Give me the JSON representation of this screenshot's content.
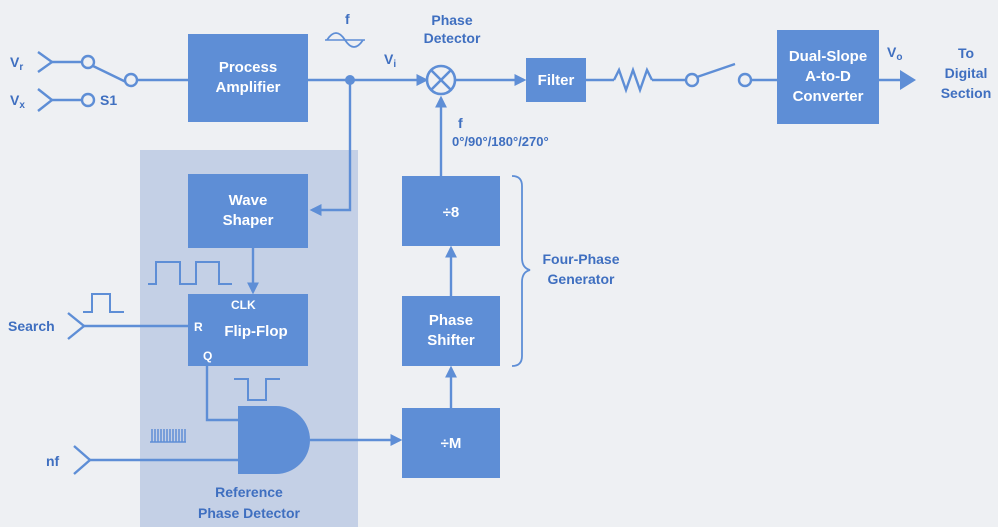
{
  "inputs": {
    "vr": {
      "main": "V",
      "sub": "r"
    },
    "vx": {
      "main": "V",
      "sub": "x"
    },
    "switch_label": "S1",
    "search": "Search",
    "nf": "nf"
  },
  "blocks": {
    "process_amplifier": [
      "Process",
      "Amplifier"
    ],
    "wave_shaper": [
      "Wave",
      "Shaper"
    ],
    "flip_flop": {
      "clk": "CLK",
      "r": "R",
      "q": "Q",
      "name": "Flip-Flop"
    },
    "phase_detector": [
      "Phase",
      "Detector"
    ],
    "filter": "Filter",
    "adc": [
      "Dual-Slope",
      "A-to-D",
      "Converter"
    ],
    "div8": "÷8",
    "phase_shifter": [
      "Phase",
      "Shifter"
    ],
    "divM": "÷M"
  },
  "labels": {
    "f_top": "f",
    "vi": {
      "main": "V",
      "sub": "i"
    },
    "vo": {
      "main": "V",
      "sub": "o"
    },
    "f_mid": "f",
    "phases": "0°/90°/180°/270°",
    "four_phase": [
      "Four-Phase",
      "Generator"
    ],
    "to_digital": [
      "To",
      "Digital",
      "Section"
    ],
    "reference_phase_detector": [
      "Reference",
      "Phase Detector"
    ]
  },
  "colors": {
    "block": "#5e8ed6",
    "panel": "#c4d0e6",
    "text": "#3f6fc0",
    "background": "#eef0f3"
  }
}
